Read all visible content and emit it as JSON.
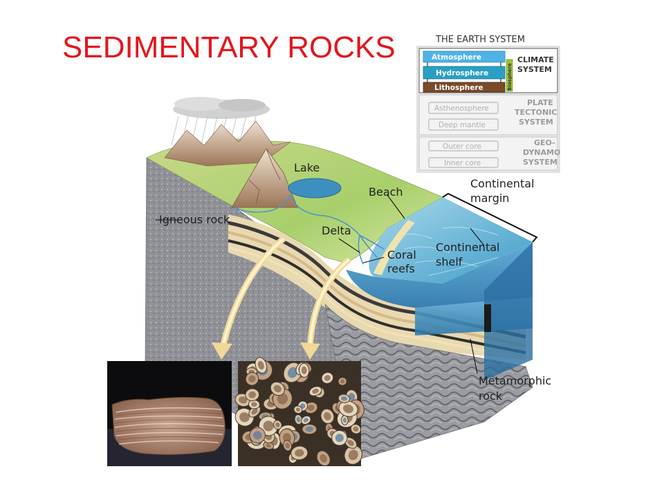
{
  "title": "SEDIMENTARY ROCKS",
  "earth_system": {
    "heading": "THE EARTH SYSTEM",
    "climate": {
      "system_label": [
        "CLIMATE",
        "SYSTEM"
      ],
      "layers": [
        "Atmosphere",
        "Hydrosphere",
        "Lithosphere"
      ],
      "side_label": "Biosphere"
    },
    "plate_tectonic": {
      "system_label": [
        "PLATE",
        "TECTONIC",
        "SYSTEM"
      ],
      "layers": [
        "Asthenosphere",
        "Deep mantle"
      ]
    },
    "geodynamo": {
      "system_label": [
        "GEO-",
        "DYNAMO",
        "SYSTEM"
      ],
      "layers": [
        "Outer core",
        "Inner core"
      ]
    },
    "colors": {
      "atmosphere": "#4fb3e6",
      "hydrosphere": "#2a9fc4",
      "lithosphere": "#7a4a2a",
      "biosphere": "#9bc43a"
    }
  },
  "labels": {
    "lake": "Lake",
    "beach": "Beach",
    "continental_margin": [
      "Continental",
      "margin"
    ],
    "igneous_rock": "Igneous rock",
    "delta": "Delta",
    "coral_reefs": [
      "Coral",
      "reefs"
    ],
    "continental_shelf": [
      "Continental",
      "shelf"
    ],
    "metamorphic_rock": [
      "Metamorphic",
      "rock"
    ]
  }
}
